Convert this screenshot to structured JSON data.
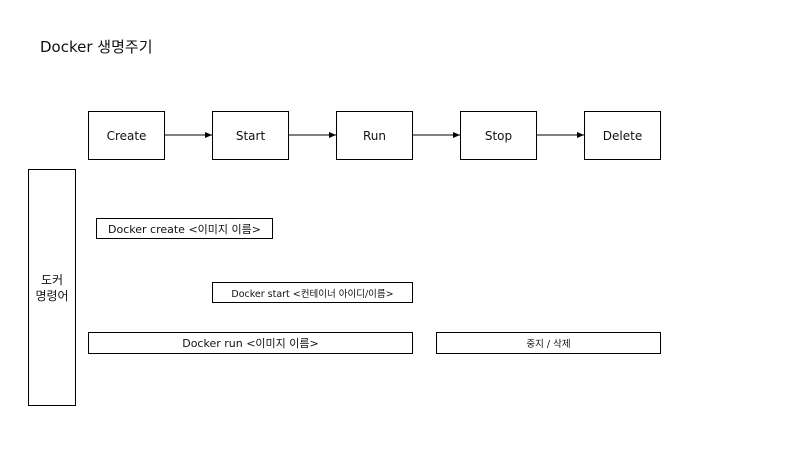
{
  "title": "Docker 생명주기",
  "stages": [
    "Create",
    "Start",
    "Run",
    "Stop",
    "Delete"
  ],
  "sidebar": {
    "line1": "도커",
    "line2": "명령어"
  },
  "commands": {
    "create": "Docker create <이미지 이름>",
    "start": "Docker start <컨테이너 아이디/이름>",
    "run": "Docker run <이미지 이름>",
    "stop_delete": "중지 / 삭제"
  }
}
